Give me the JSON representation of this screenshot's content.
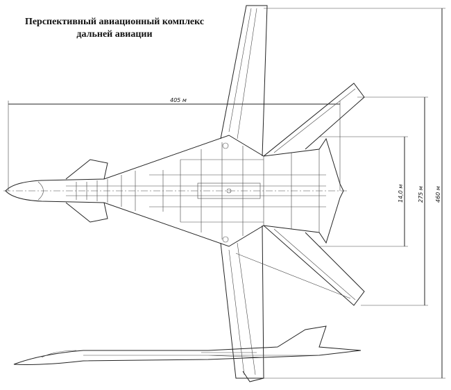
{
  "title": {
    "line1": "Перспективный авиационный комплекс",
    "line2": "дальней авиации"
  },
  "dimensions": {
    "length": "405 м",
    "inner_span": "14,0 м",
    "tail_span": "275 м",
    "wing_span": "460 м"
  }
}
